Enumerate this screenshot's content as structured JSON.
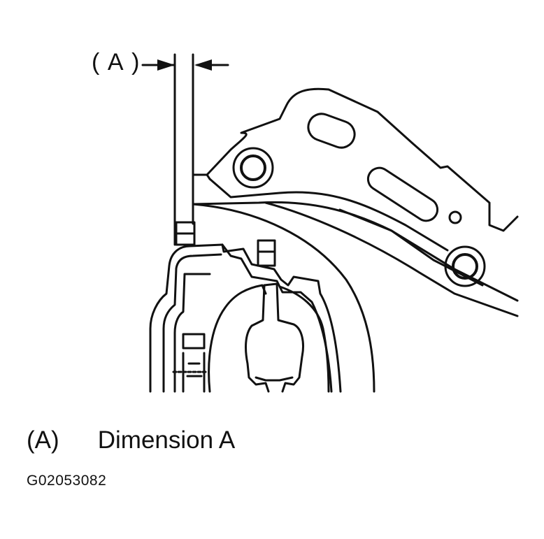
{
  "callout": {
    "label": "( A )"
  },
  "legend": [
    {
      "key": "(A)",
      "description": "Dimension A"
    }
  ],
  "figure_id": "G02053082",
  "colors": {
    "ink": "#111111",
    "background": "#ffffff"
  }
}
